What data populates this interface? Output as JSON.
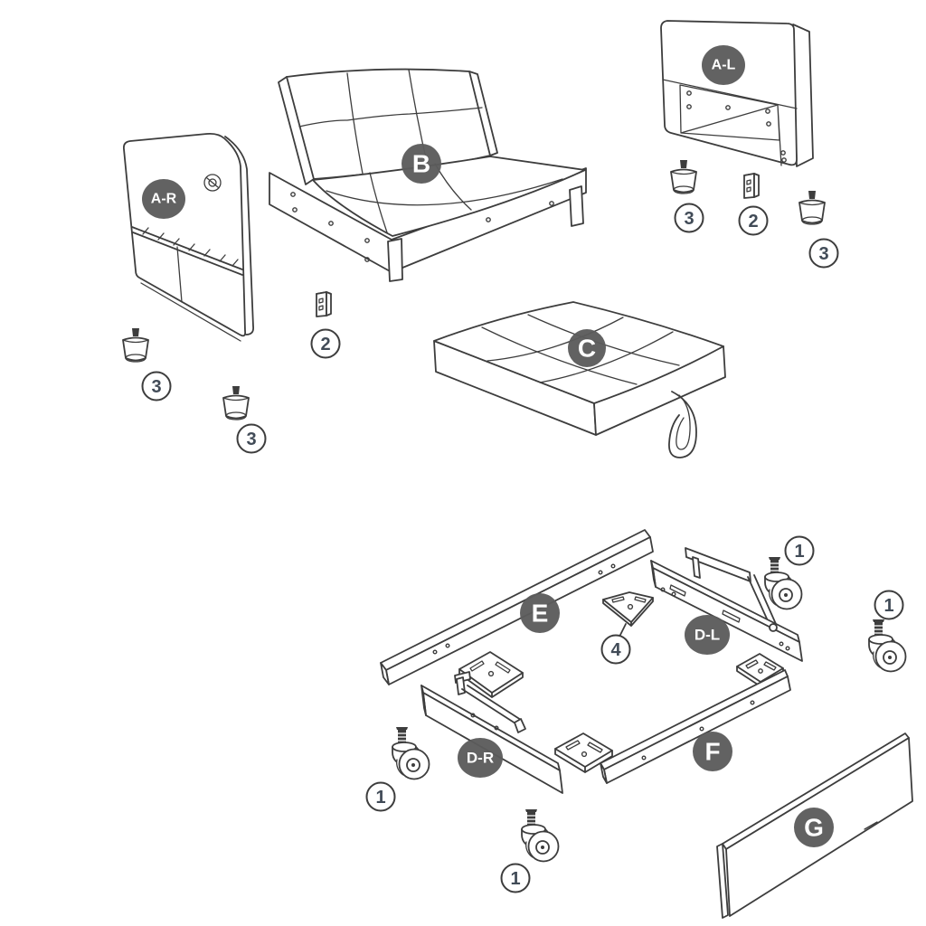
{
  "diagram": {
    "kind": "furniture-assembly-parts-overview"
  },
  "colors": {
    "line": "#3d3d3d",
    "fill": "#ffffff",
    "badge_fill": "#5c5c5c",
    "badge_text": "#ffffff",
    "number_text": "#414b57"
  },
  "part_labels": {
    "ar": "A-R",
    "b": "B",
    "al": "A-L",
    "c": "C",
    "e": "E",
    "dl": "D-L",
    "dr": "D-R",
    "f": "F",
    "g": "G"
  },
  "hardware_labels": {
    "n1": "1",
    "n2": "2",
    "n3": "3",
    "n4": "4"
  },
  "parts": [
    {
      "id": "A-R",
      "icon": "right-armrest-panel"
    },
    {
      "id": "B",
      "icon": "seat-with-backrest-unit"
    },
    {
      "id": "A-L",
      "icon": "left-armrest-panel"
    },
    {
      "id": "C",
      "icon": "tufted-ottoman-cushion"
    },
    {
      "id": "E",
      "icon": "long-frame-rail"
    },
    {
      "id": "D-L",
      "icon": "left-side-rail-with-hinge"
    },
    {
      "id": "D-R",
      "icon": "right-side-rail-with-hinge"
    },
    {
      "id": "F",
      "icon": "long-frame-rail"
    },
    {
      "id": "G",
      "icon": "flat-front-panel"
    }
  ],
  "hardware": [
    {
      "id": "1",
      "icon": "swivel-caster",
      "count_shown": 4
    },
    {
      "id": "2",
      "icon": "spacer-block",
      "count_shown": 2
    },
    {
      "id": "3",
      "icon": "tapered-leg",
      "count_shown": 4
    },
    {
      "id": "4",
      "icon": "corner-bracket",
      "count_shown": 1
    }
  ]
}
